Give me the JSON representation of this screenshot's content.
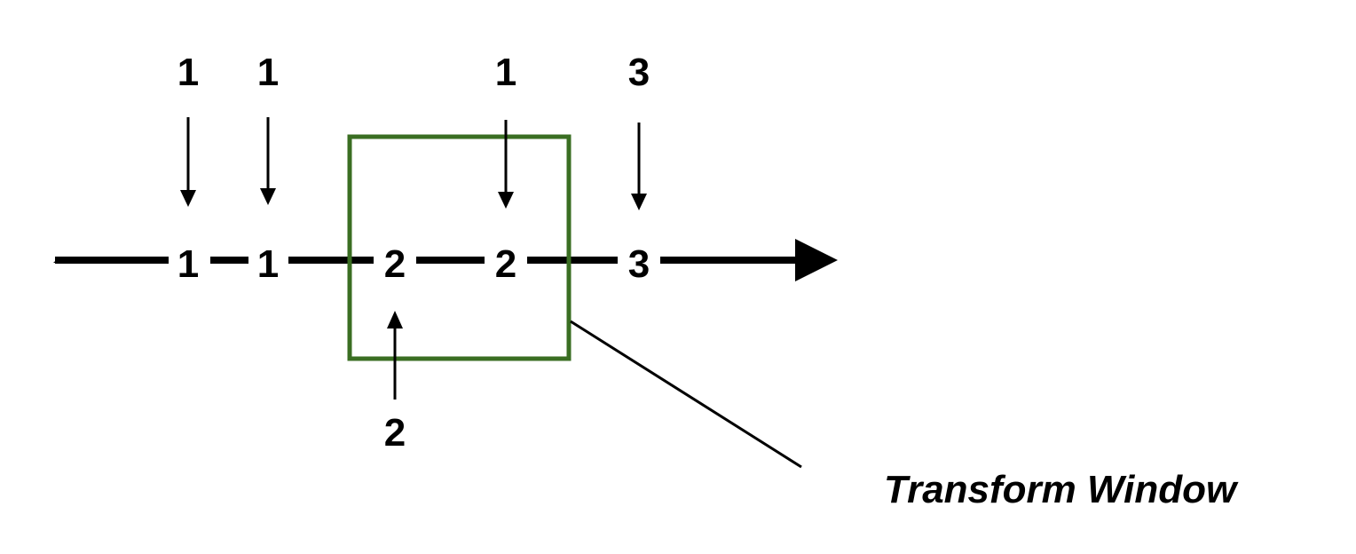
{
  "colors": {
    "ink": "#000000",
    "window_border": "#3a6e22",
    "background": "#ffffff"
  },
  "stream": {
    "direction_icon": "arrow-right-icon",
    "events": [
      "1",
      "1",
      "2",
      "2",
      "3"
    ]
  },
  "incoming_above": [
    "1",
    "1",
    "1",
    "3"
  ],
  "incoming_below": [
    "2"
  ],
  "window": {
    "label": "Transform Window"
  }
}
